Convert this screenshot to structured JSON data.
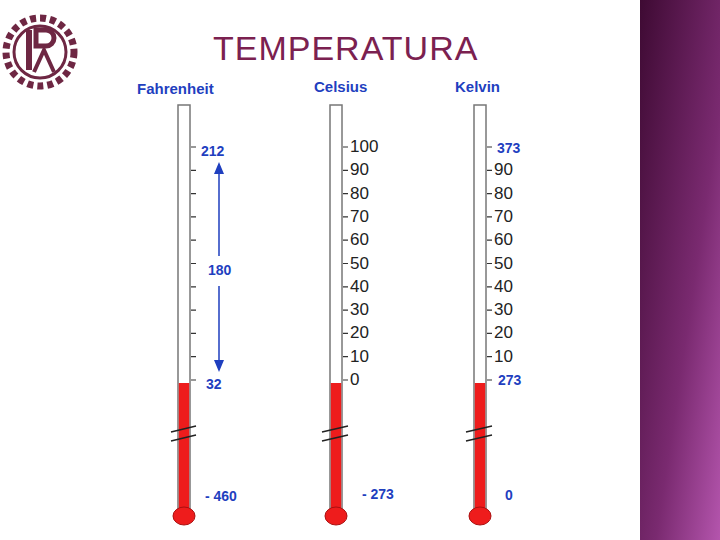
{
  "diagram": {
    "title": "TEMPERATURA",
    "labels": [
      "Fahrenheit",
      "Celsius",
      "Kelvin",
      "212",
      "180",
      "32",
      "- 460",
      "100",
      "90",
      "80",
      "70",
      "60",
      "50",
      "40",
      "30",
      "20",
      "10",
      "0",
      "- 273",
      "373",
      "90",
      "80",
      "70",
      "60",
      "50",
      "40",
      "30",
      "20",
      "10",
      "273",
      "0"
    ]
  }
}
